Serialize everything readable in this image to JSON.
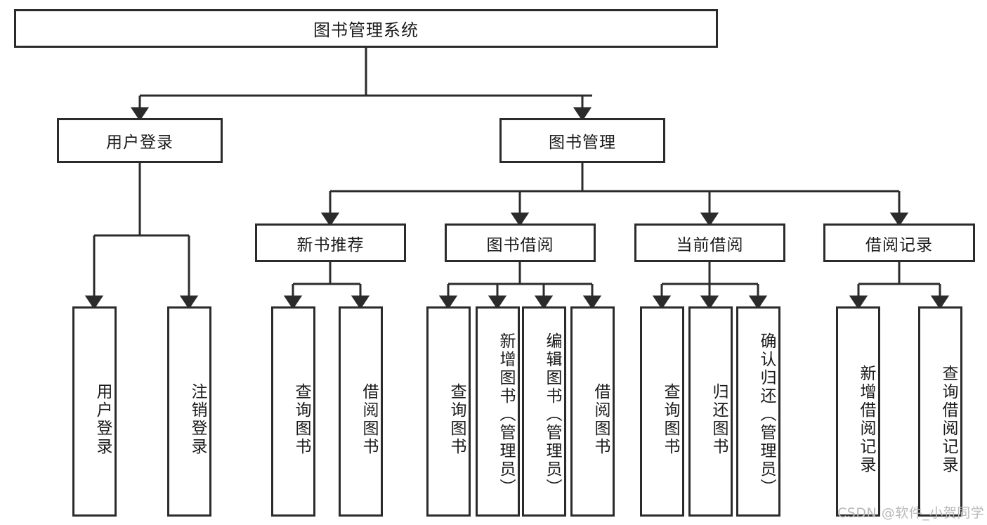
{
  "diagram": {
    "type": "tree",
    "title_node": {
      "label": "图书管理系统"
    },
    "level2": [
      {
        "label": "用户登录"
      },
      {
        "label": "图书管理"
      }
    ],
    "level3": [
      {
        "label": "新书推荐"
      },
      {
        "label": "图书借阅"
      },
      {
        "label": "当前借阅"
      },
      {
        "label": "借阅记录"
      }
    ],
    "leaves": {
      "user_login": [
        {
          "label": "用户登录"
        },
        {
          "label": "注销登录"
        }
      ],
      "new_book_recommend": [
        {
          "label": "查询图书"
        },
        {
          "label": "借阅图书"
        }
      ],
      "book_borrow": [
        {
          "label": "查询图书"
        },
        {
          "label": "新增图书（管理员）"
        },
        {
          "label": "编辑图书（管理员）"
        },
        {
          "label": "借阅图书"
        }
      ],
      "current_borrow": [
        {
          "label": "查询图书"
        },
        {
          "label": "归还图书"
        },
        {
          "label": "确认归还（管理员）"
        }
      ],
      "borrow_record": [
        {
          "label": "新增借阅记录"
        },
        {
          "label": "查询借阅记录"
        }
      ]
    },
    "watermark": "CSDN @软件_小贺同学",
    "colors": {
      "stroke": "#2b2b2b",
      "background": "#ffffff",
      "text": "#1a1a1a",
      "watermark": "#b9b9b9"
    }
  }
}
